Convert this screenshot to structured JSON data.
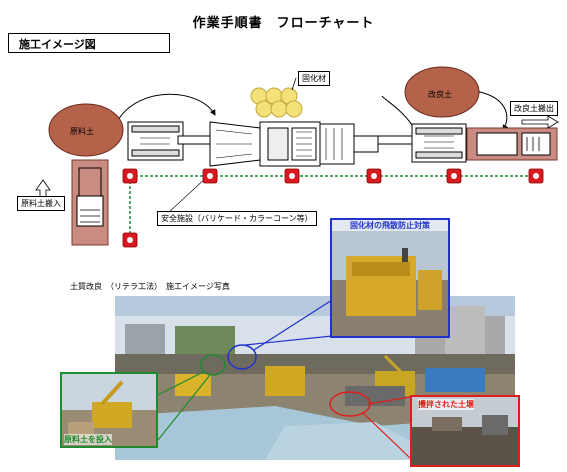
{
  "header": {
    "title": "作業手順書　フローチャート",
    "section_label": "施工イメージ図"
  },
  "diagram": {
    "solidifier_label": "固化材",
    "raw_soil_label": "原料土",
    "improved_soil_label": "改良土",
    "improved_soil_out_label": "改良土搬出",
    "raw_soil_in_label": "原料土搬入",
    "safety_label": "安全施設（バリケード・カラーコーン等）"
  },
  "photos": {
    "caption": "土質改良　（リテラ工法）　施工イメージ写真",
    "callout_blue": "固化材の飛散防止対策",
    "callout_green": "原料土を投入",
    "callout_red": "攪拌された土壌"
  },
  "colors": {
    "soil_brown": "#b5624a",
    "solidifier_yellow": "#f5e17a",
    "cone_red": "#d71920",
    "callout_blue": "#2233cc",
    "callout_green": "#1f8a2e",
    "callout_red": "#e01d1d"
  }
}
